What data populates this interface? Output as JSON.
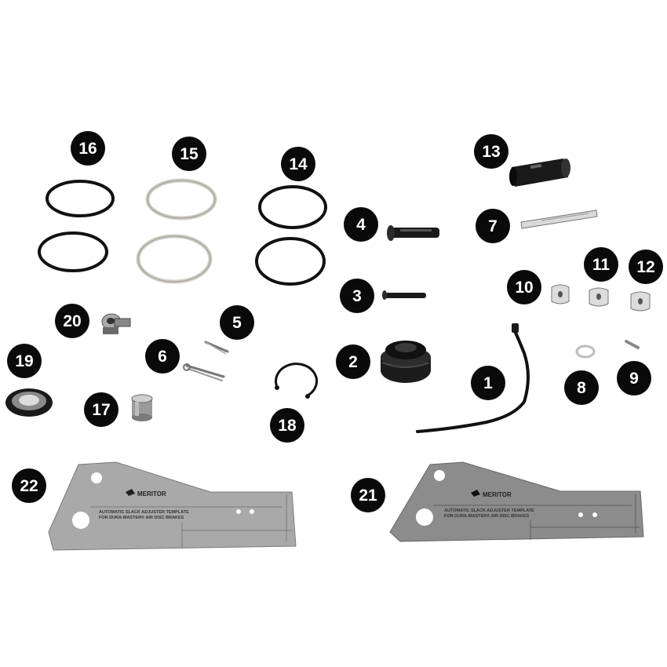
{
  "callouts": [
    {
      "id": "c1",
      "label": "1"
    },
    {
      "id": "c2",
      "label": "2"
    },
    {
      "id": "c3",
      "label": "3"
    },
    {
      "id": "c4",
      "label": "4"
    },
    {
      "id": "c5",
      "label": "5"
    },
    {
      "id": "c6",
      "label": "6"
    },
    {
      "id": "c7",
      "label": "7"
    },
    {
      "id": "c8",
      "label": "8"
    },
    {
      "id": "c9",
      "label": "9"
    },
    {
      "id": "c10",
      "label": "10"
    },
    {
      "id": "c11",
      "label": "11"
    },
    {
      "id": "c12",
      "label": "12"
    },
    {
      "id": "c13",
      "label": "13"
    },
    {
      "id": "c14",
      "label": "14"
    },
    {
      "id": "c15",
      "label": "15"
    },
    {
      "id": "c16",
      "label": "16"
    },
    {
      "id": "c17",
      "label": "17"
    },
    {
      "id": "c18",
      "label": "18"
    },
    {
      "id": "c19",
      "label": "19"
    },
    {
      "id": "c20",
      "label": "20"
    },
    {
      "id": "c21",
      "label": "21"
    },
    {
      "id": "c22",
      "label": "22"
    }
  ],
  "templates": {
    "brand": "MERITOR",
    "title_line1": "AUTOMATIC SLACK ADJUSTER TEMPLATE",
    "title_line2": "FOR DURA-MASTER® AIR DISC BRAKES"
  },
  "colors": {
    "callout_fill": "#0a0a0a",
    "callout_text": "#ffffff",
    "template_plate": "#a9a9a9",
    "template_plate_dark": "#8c8c8c",
    "o_ring_dark": "#111111",
    "o_ring_light": "#c8c6c0"
  }
}
